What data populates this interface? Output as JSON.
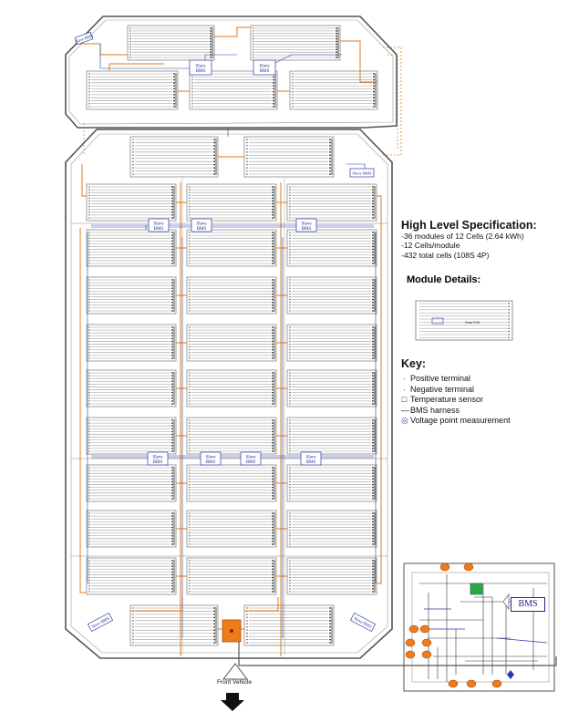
{
  "spec": {
    "title": "High Level Specification:",
    "lines": [
      "-36 modules of 12 Cells (2.64 kWh)",
      "-12 Cells/module",
      "-432 total cells (108S 4P)"
    ]
  },
  "module_details": {
    "title": "Module Details:",
    "inner_label": "Zener PCB"
  },
  "key": {
    "title": "Key:",
    "items": [
      {
        "symbol": "·",
        "label": "Positive terminal"
      },
      {
        "symbol": "·",
        "label": "Negative terminal"
      },
      {
        "symbol": "□",
        "label": "Temperature sensor"
      },
      {
        "symbol": "—",
        "label": "BMS harness"
      },
      {
        "symbol": "◎",
        "label": "Voltage point measurement"
      }
    ]
  },
  "slave_bms_label": "Slave BMS",
  "bms_label": "BMS",
  "front_vehicle_label": "Front Vehicle",
  "colors": {
    "module_line": "#9a9a9a",
    "positive_lead": "#e07a1f",
    "bms_harness": "#2a3aa8",
    "outline": "#555555",
    "contactor": "#f07b1a",
    "green": "#2aa84a"
  }
}
